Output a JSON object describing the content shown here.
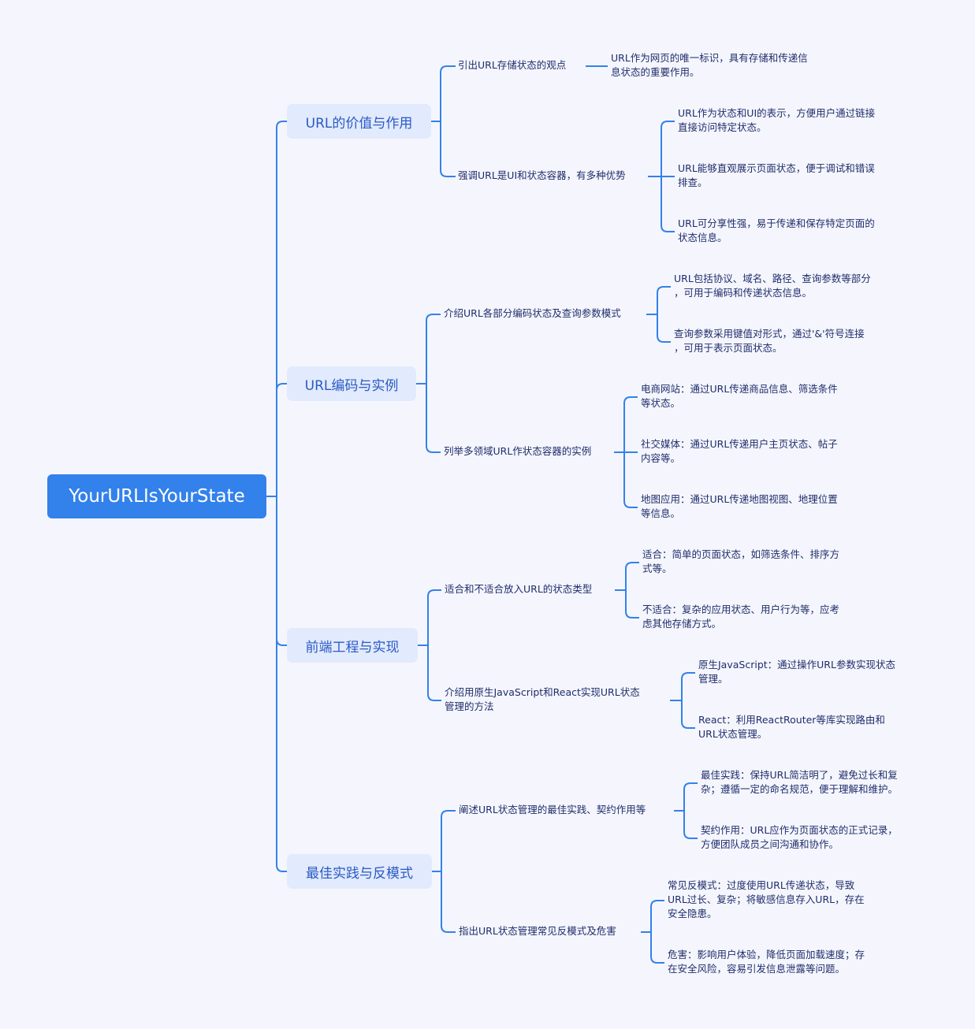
{
  "colors": {
    "accent": "#3381eb",
    "branch_bg": "#e2eafd",
    "text": "#1f2d6b",
    "background": "#f5f6fd"
  },
  "root": {
    "label": "YourURLIsYourState"
  },
  "branches": [
    {
      "label": "URL的价值与作用",
      "children": [
        {
          "lines": [
            "引出URL存储状态的观点"
          ],
          "leaves": [
            {
              "lines": [
                "URL作为网页的唯一标识，具有存储和传递信",
                "息状态的重要作用。"
              ]
            }
          ]
        },
        {
          "lines": [
            "强调URL是UI和状态容器，有多种优势"
          ],
          "leaves": [
            {
              "lines": [
                "URL作为状态和UI的表示，方便用户通过链接",
                "直接访问特定状态。"
              ]
            },
            {
              "lines": [
                "URL能够直观展示页面状态，便于调试和错误",
                "排查。"
              ]
            },
            {
              "lines": [
                "URL可分享性强，易于传递和保存特定页面的",
                "状态信息。"
              ]
            }
          ]
        }
      ]
    },
    {
      "label": "URL编码与实例",
      "children": [
        {
          "lines": [
            "介绍URL各部分编码状态及查询参数模式"
          ],
          "leaves": [
            {
              "lines": [
                "URL包括协议、域名、路径、查询参数等部分",
                "，可用于编码和传递状态信息。"
              ]
            },
            {
              "lines": [
                "查询参数采用键值对形式，通过'&'符号连接",
                "，可用于表示页面状态。"
              ]
            }
          ]
        },
        {
          "lines": [
            "列举多领域URL作状态容器的实例"
          ],
          "leaves": [
            {
              "lines": [
                "电商网站：通过URL传递商品信息、筛选条件",
                "等状态。"
              ]
            },
            {
              "lines": [
                "社交媒体：通过URL传递用户主页状态、帖子",
                "内容等。"
              ]
            },
            {
              "lines": [
                "地图应用：通过URL传递地图视图、地理位置",
                "等信息。"
              ]
            }
          ]
        }
      ]
    },
    {
      "label": "前端工程与实现",
      "children": [
        {
          "lines": [
            "适合和不适合放入URL的状态类型"
          ],
          "leaves": [
            {
              "lines": [
                "适合：简单的页面状态，如筛选条件、排序方",
                "式等。"
              ]
            },
            {
              "lines": [
                "不适合：复杂的应用状态、用户行为等，应考",
                "虑其他存储方式。"
              ]
            }
          ]
        },
        {
          "lines": [
            "介绍用原生JavaScript和React实现URL状态",
            "管理的方法"
          ],
          "leaves": [
            {
              "lines": [
                "原生JavaScript：通过操作URL参数实现状态",
                "管理。"
              ]
            },
            {
              "lines": [
                "React：利用ReactRouter等库实现路由和",
                "URL状态管理。"
              ]
            }
          ]
        }
      ]
    },
    {
      "label": "最佳实践与反模式",
      "children": [
        {
          "lines": [
            "阐述URL状态管理的最佳实践、契约作用等"
          ],
          "leaves": [
            {
              "lines": [
                "最佳实践：保持URL简洁明了，避免过长和复",
                "杂；遵循一定的命名规范，便于理解和维护。"
              ]
            },
            {
              "lines": [
                "契约作用：URL应作为页面状态的正式记录，",
                "方便团队成员之间沟通和协作。"
              ]
            }
          ]
        },
        {
          "lines": [
            "指出URL状态管理常见反模式及危害"
          ],
          "leaves": [
            {
              "lines": [
                "常见反模式：过度使用URL传递状态，导致",
                "URL过长、复杂；将敏感信息存入URL，存在",
                "安全隐患。"
              ]
            },
            {
              "lines": [
                "危害：影响用户体验，降低页面加载速度；存",
                "在安全风险，容易引发信息泄露等问题。"
              ]
            }
          ]
        }
      ]
    }
  ]
}
